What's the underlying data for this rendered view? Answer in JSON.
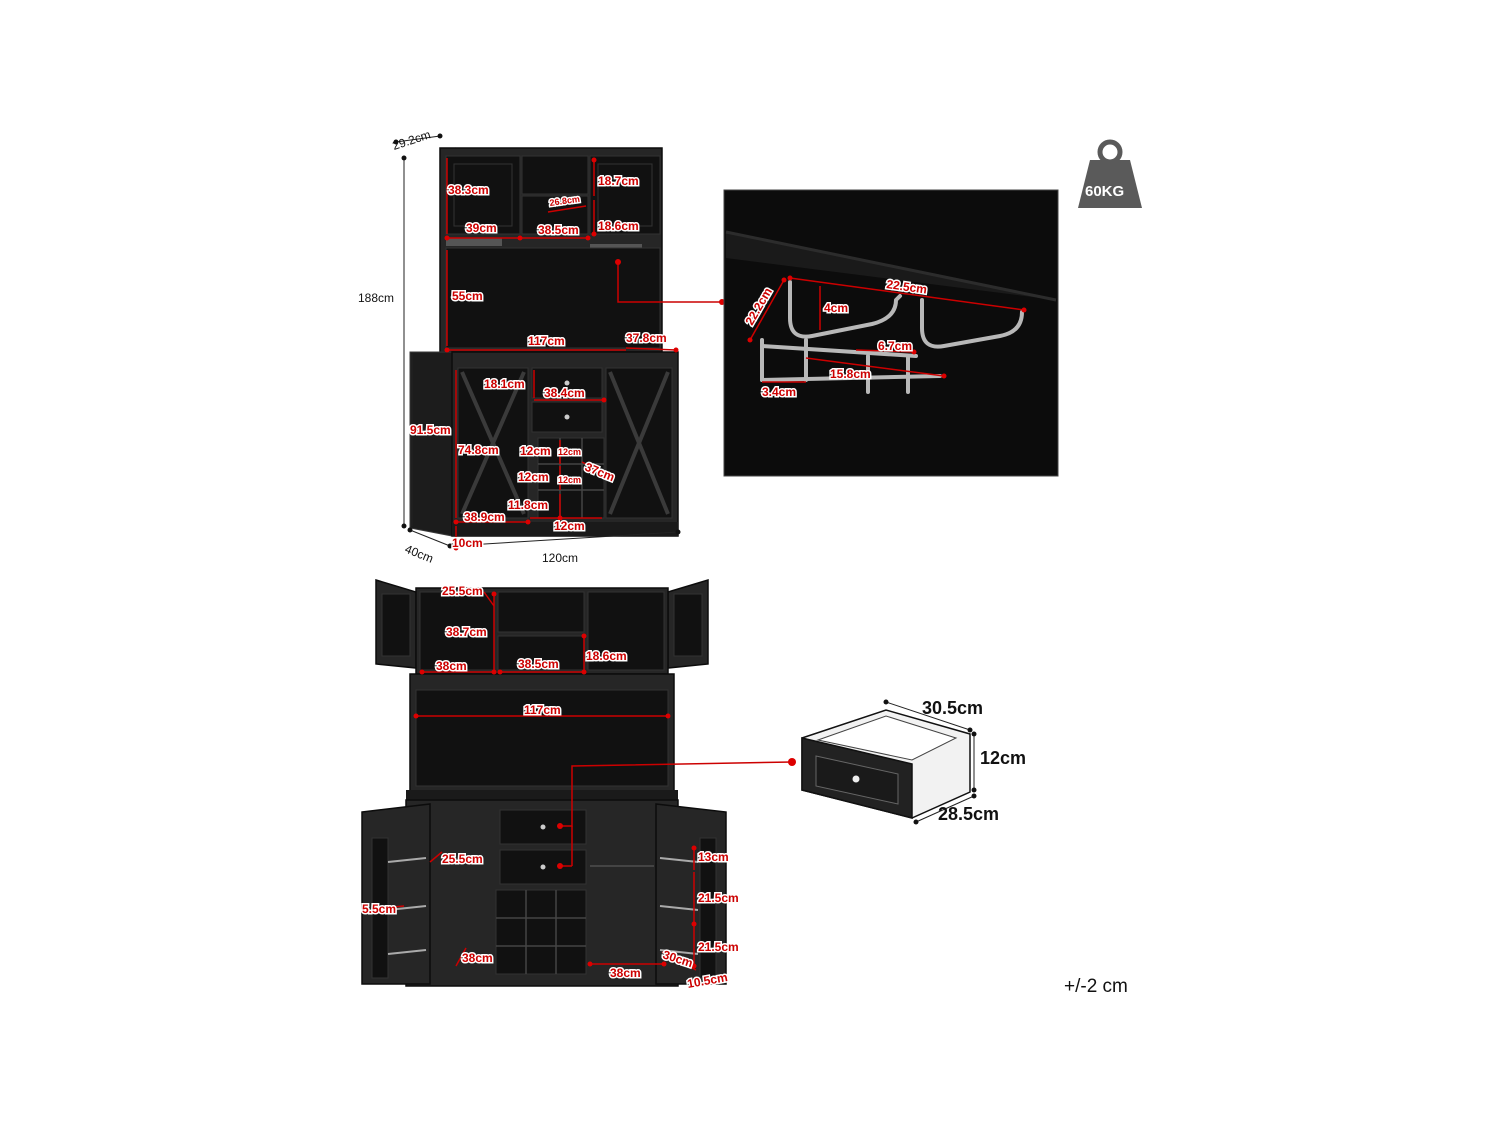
{
  "colors": {
    "dimension": "#cc0000",
    "cabinet": "#262626",
    "background": "#ffffff"
  },
  "icons": {
    "weight": "weight-icon"
  },
  "weight": {
    "label": "60KG"
  },
  "tolerance": "+/-2 cm",
  "front_view": {
    "depth_top": "29.2cm",
    "height_total": "188cm",
    "height_base": "91.5cm",
    "width": "120cm",
    "depth_base": "40cm",
    "labels": {
      "top_door_h": "38.3cm",
      "top_door_w": "39cm",
      "top_mid_w": "38.5cm",
      "top_mid_d": "26.8cm",
      "top_right_h": "18.7cm",
      "top_right_h2": "18.6cm",
      "open_h": "55cm",
      "counter_w": "117cm",
      "counter_d": "37.8cm",
      "drawer_h": "18.1cm",
      "drawer_w": "38.4cm",
      "base_door_h": "74.8cm",
      "base_door_w": "38.9cm",
      "wine_w1": "12cm",
      "wine_w2": "12cm",
      "wine_w3": "11.8cm",
      "wine_w4": "12cm",
      "wine_small1": "12cm",
      "wine_small2": "12cm",
      "wine_d": "37cm",
      "leg_h": "10cm"
    }
  },
  "glass_rack": {
    "length": "22.5cm",
    "depth": "22.2cm",
    "height": "4cm",
    "gap": "6.7cm",
    "spacing": "15.8cm",
    "rail": "3.4cm"
  },
  "open_view": {
    "labels": {
      "top_shelf_d": "25.5cm",
      "top_shelf_h": "38.7cm",
      "top_shelf_w": "38cm",
      "top_mid_w": "38.5cm",
      "top_mid_h": "18.6cm",
      "open_w": "117cm",
      "door_shelf_d": "25.5cm",
      "door_rack": "5.5cm",
      "base_left_w": "38cm",
      "base_right_w": "38cm",
      "right_shelf_1": "13cm",
      "right_shelf_2": "21.5cm",
      "right_shelf_3": "21.5cm",
      "right_depth": "30cm",
      "right_bottom": "10.5cm"
    }
  },
  "drawer": {
    "width": "30.5cm",
    "height": "12cm",
    "depth": "28.5cm"
  }
}
